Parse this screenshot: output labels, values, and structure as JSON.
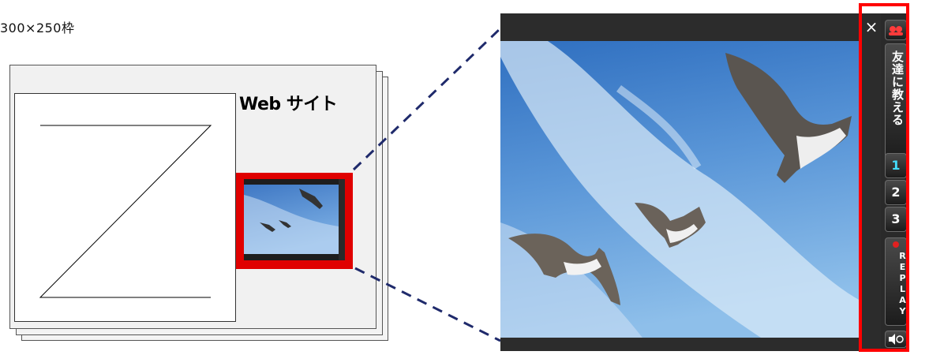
{
  "caption": "300×250枠",
  "site_label": "Web サイト",
  "player": {
    "close_symbol": "×",
    "sidebar": {
      "tell_friends_label": "友達に教える",
      "buttons": [
        "1",
        "2",
        "3"
      ],
      "replay_label": "REPLAY"
    }
  },
  "colors": {
    "highlight": "#ff0000",
    "connector": "#1f2a6b",
    "player_bg": "#2c2c2c",
    "active_number": "#44ddff"
  },
  "icons": {
    "avatars": "people-icon",
    "sound": "speaker-icon",
    "close": "close-icon"
  }
}
